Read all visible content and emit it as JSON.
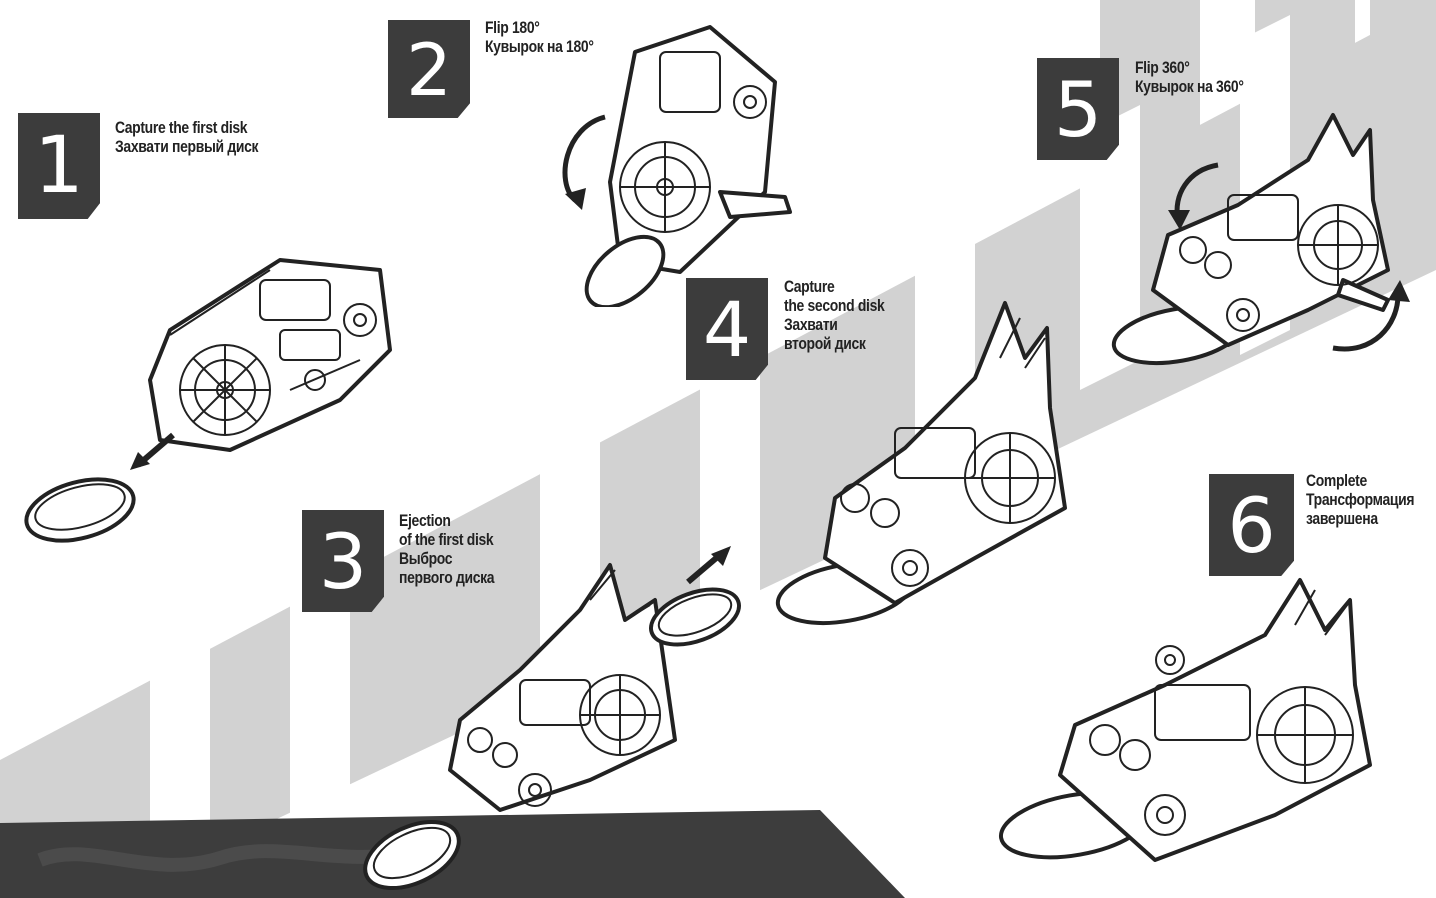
{
  "colors": {
    "badge": "#3c3c3c",
    "stripe": "#d2d2d2",
    "floor": "#3d3d3d",
    "line": "#222222"
  },
  "steps": [
    {
      "number": "1",
      "lines": [
        "Capture the first disk",
        "Захвати первый диск"
      ],
      "icon": "robot-moto-toy"
    },
    {
      "number": "2",
      "lines": [
        "Flip 180°",
        "Кувырок на 180°"
      ],
      "icon": "robot-moto-toy"
    },
    {
      "number": "3",
      "lines": [
        "Ejection",
        "of the first disk",
        "Выброс",
        "первого диска"
      ],
      "icon": "robot-moto-toy"
    },
    {
      "number": "4",
      "lines": [
        "Capture",
        "the second disk",
        "Захвати",
        "второй диск"
      ],
      "icon": "robot-moto-toy"
    },
    {
      "number": "5",
      "lines": [
        "Flip 360°",
        "Кувырок на 360°"
      ],
      "icon": "robot-moto-toy"
    },
    {
      "number": "6",
      "lines": [
        "Complete",
        "Трансформация",
        "завершена"
      ],
      "icon": "robot-moto-toy"
    }
  ]
}
